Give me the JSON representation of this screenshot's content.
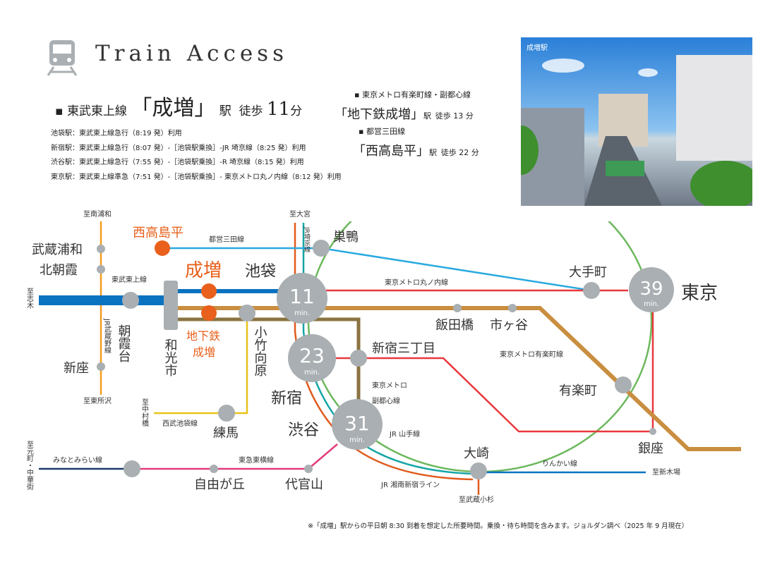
{
  "header": {
    "title": "Train Access",
    "train_icon": "train-icon"
  },
  "main_access": {
    "line": "東武東上線",
    "station": "「成増」",
    "eki": "駅",
    "walk": "徒歩",
    "minutes": "11",
    "unit": "分"
  },
  "routes": [
    "池袋駅：東武東上線急行（8:19 発）利用",
    "新宿駅：東武東上線急行（8:07 発）-［池袋駅乗換］-JR 埼京線（8:25 発）利用",
    "渋谷駅：東武東上線急行（7:55 発）-［池袋駅乗換］-R 埼京線（8:15 発）利用",
    "東京駅：東武東上線準急（7:51 発）-［池袋駅乗換］- 東京メトロ丸ノ内線（8:12 発）利用"
  ],
  "sub_access": [
    {
      "line": "▪ 東京メトロ有楽町線・副都心線",
      "station": "「地下鉄成増」",
      "eki": "駅",
      "walk": "徒歩 13 分"
    },
    {
      "line": "▪ 都営三田線",
      "station": "「西高島平」",
      "eki": "駅",
      "walk": "徒歩 22 分"
    }
  ],
  "photo": {
    "label": "成増駅"
  },
  "map": {
    "stations": {
      "narimasu": "成増",
      "chika_narimasu_1": "地下鉄",
      "chika_narimasu_2": "成増",
      "nishitakashimadaira": "西高島平",
      "ikebukuro": "池袋",
      "sugamo": "巣鴨",
      "musashi_urawa": "武蔵浦和",
      "kita_asaka": "北朝霞",
      "niiza": "新座",
      "asakadai": "朝霞台",
      "wakoshi": "和光市",
      "kotake": "小竹向原",
      "nerima": "練馬",
      "shinjuku": "新宿",
      "shibuya": "渋谷",
      "shinjuku_sanchome": "新宿三丁目",
      "iidabashi": "飯田橋",
      "ichigaya": "市ヶ谷",
      "otemachi": "大手町",
      "tokyo": "東京",
      "yurakucho": "有楽町",
      "ginza": "銀座",
      "osaki": "大崎",
      "jiyugaoka": "自由が丘",
      "daikanyama": "代官山"
    },
    "times": {
      "ikebukuro": "11",
      "shinjuku": "23",
      "shibuya": "31",
      "tokyo": "39",
      "unit": "min."
    },
    "lines": {
      "mita": "都営三田線",
      "tojo": "東武東上線",
      "musashino": "JR武蔵野線",
      "saikyo": "JR埼京線",
      "marunouchi": "東京メトロ丸ノ内線",
      "yurakucho": "東京メトロ有楽町線",
      "fukutoshin_1": "東京メトロ",
      "fukutoshin_2": "副都心線",
      "yamanote": "JR 山手線",
      "shonan": "JR 湘南新宿ライン",
      "rinkai": "りんかい線",
      "seibu": "西武池袋線",
      "toyoko": "東急東横線",
      "minatomirai": "みなとみらい線"
    },
    "directions": {
      "minami_urawa": "至南浦和",
      "higashi_tokorozawa": "至東所沢",
      "shiki": "至志木",
      "omiya": "至大宮",
      "nakamurabashi": "至中村橋",
      "motomachi": "至元町・中華街",
      "musashi_kosugi": "至武蔵小杉",
      "shinkiba": "至新木場"
    }
  },
  "footnote": "※「成増」駅からの平日朝 8:30 到着を想定した所要時間。乗換・待ち時間を含みます。ジョルダン調べ（2025 年 9 月現在）",
  "colors": {
    "accent": "#e8601c",
    "tojo": "#0a73c1",
    "yurakucho": "#c98e3f",
    "fukutoshin": "#8b7340",
    "marunouchi": "#e8383d",
    "mita": "#29a9e0",
    "yamanote": "#6cb85c",
    "saikyo": "#16a5a5",
    "shonan": "#e05a1c",
    "musashino": "#f39a1e",
    "seibu": "#e8c21a",
    "toyoko": "#e03b7a",
    "minatomirai": "#1c3a6b",
    "station": "#a9afb2"
  }
}
